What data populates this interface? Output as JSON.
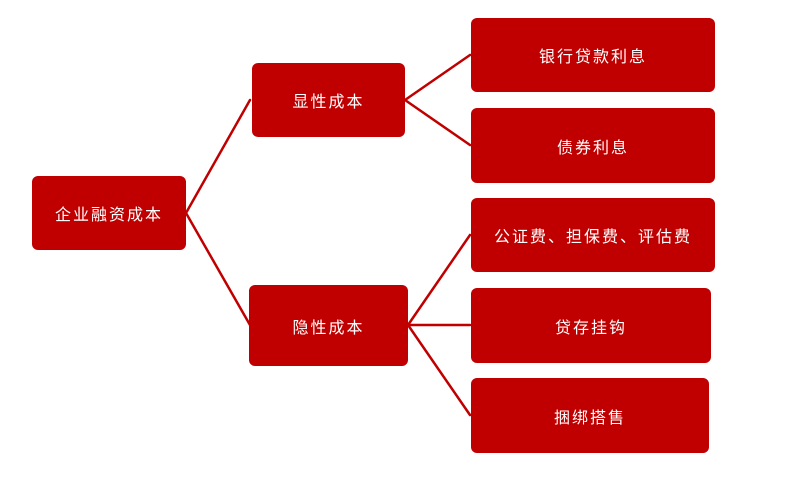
{
  "colors": {
    "node_fill": "#c00000",
    "node_text": "#ffffff",
    "connector": "#c00000",
    "background": "#ffffff"
  },
  "diagram": {
    "root": {
      "label": "企业融资成本"
    },
    "branches": [
      {
        "label": "显性成本",
        "children": [
          {
            "label": "银行贷款利息"
          },
          {
            "label": "债券利息"
          }
        ]
      },
      {
        "label": "隐性成本",
        "children": [
          {
            "label": "公证费、担保费、评估费"
          },
          {
            "label": "贷存挂钩"
          },
          {
            "label": "捆绑搭售"
          }
        ]
      }
    ]
  }
}
